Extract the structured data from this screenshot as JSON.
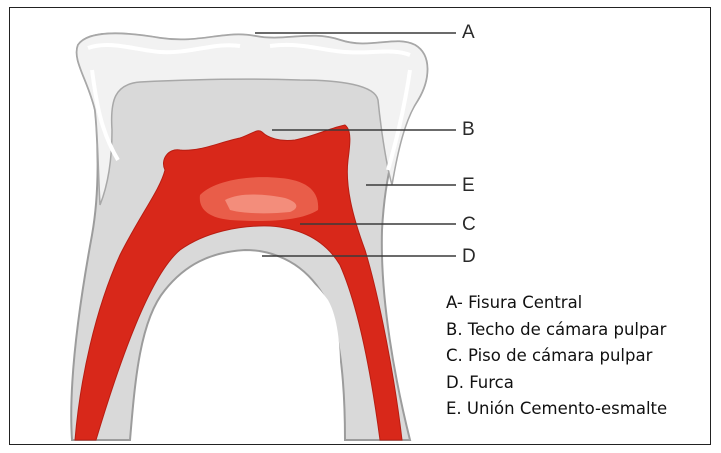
{
  "callouts": [
    {
      "letter": "A",
      "target": "fisura-central"
    },
    {
      "letter": "B",
      "target": "techo-camara"
    },
    {
      "letter": "E",
      "target": "union-cemento-esmalte"
    },
    {
      "letter": "C",
      "target": "piso-camara"
    },
    {
      "letter": "D",
      "target": "furca"
    }
  ],
  "legend": [
    "A- Fisura Central",
    "B. Techo de cámara pulpar",
    "C. Piso de cámara pulpar",
    "D. Furca",
    "E. Unión Cemento-esmalte"
  ],
  "colors": {
    "pulp": "#d8281a",
    "pulp_highlight": "#ef6f5a",
    "dentin": "#d9d9d9",
    "enamel": "#f2f2f2",
    "outline": "#9c9c9c",
    "leader": "#3a3a3a"
  }
}
